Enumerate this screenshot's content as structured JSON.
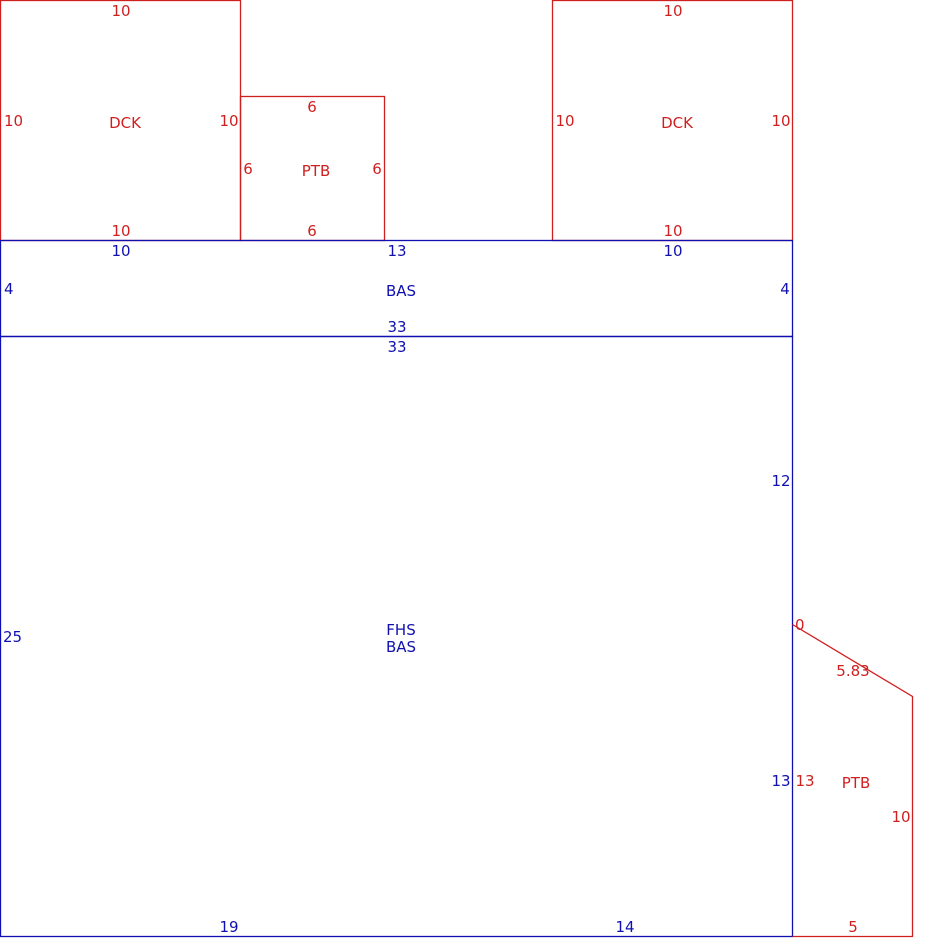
{
  "colors": {
    "addition": "#d01f1f",
    "living": "#1010b0",
    "background": "#ffffff"
  },
  "areas": {
    "dck_left": {
      "code": "DCK",
      "top": "10",
      "left": "10",
      "right": "10",
      "bottom": "10"
    },
    "ptb_top": {
      "code": "PTB",
      "top": "6",
      "left": "6",
      "right": "6",
      "bottom": "6"
    },
    "dck_right": {
      "code": "DCK",
      "top": "10",
      "left": "10",
      "right": "10",
      "bottom": "10"
    },
    "bas_upper": {
      "code": "BAS",
      "top_left": "10",
      "top_mid": "13",
      "top_right": "10",
      "left": "4",
      "right": "4",
      "bottom": "33"
    },
    "fhs_bas": {
      "code_line1": "FHS",
      "code_line2": "BAS",
      "top": "33",
      "left": "25",
      "right_upper": "12",
      "right_lower": "13",
      "bottom_left": "19",
      "bottom_right": "14"
    },
    "ptb_right": {
      "code": "PTB",
      "start": "0",
      "slope": "5.83",
      "left": "13",
      "right": "10",
      "bottom": "5"
    }
  }
}
